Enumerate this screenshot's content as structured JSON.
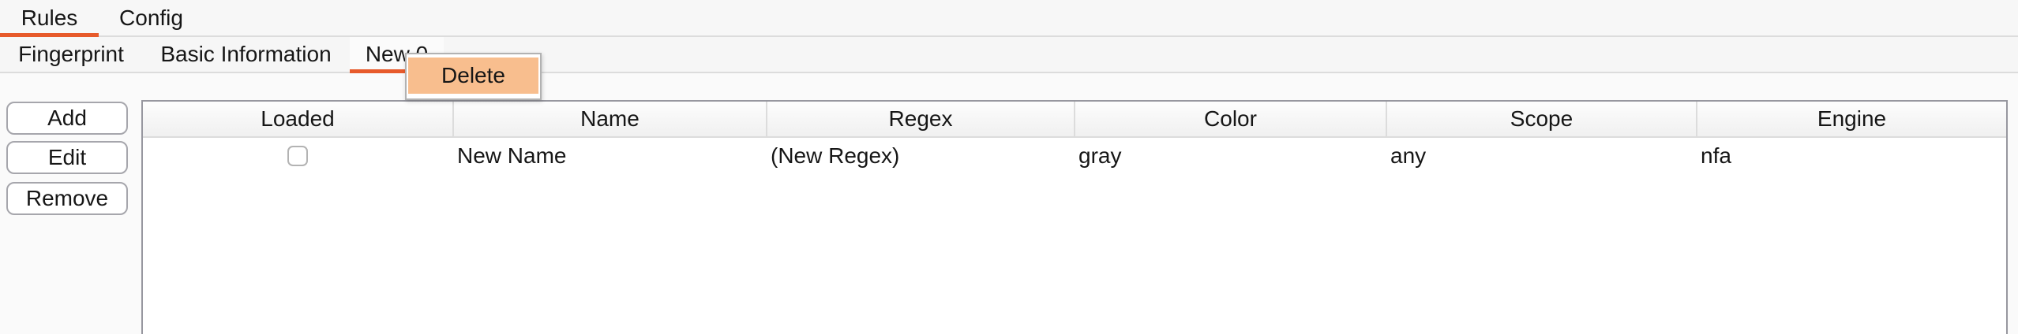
{
  "colors": {
    "accent": "#E75A2B",
    "menu_highlight": "#F8BE8E"
  },
  "tabs_primary": {
    "items": [
      {
        "label": "Rules",
        "selected": true
      },
      {
        "label": "Config",
        "selected": false
      }
    ]
  },
  "tabs_secondary": {
    "items": [
      {
        "label": "Fingerprint",
        "selected": false
      },
      {
        "label": "Basic Information",
        "selected": false
      },
      {
        "label": "New 0",
        "selected": true
      }
    ]
  },
  "context_menu": {
    "items": [
      {
        "label": "Delete",
        "highlighted": true
      }
    ]
  },
  "actions": {
    "add_label": "Add",
    "edit_label": "Edit",
    "remove_label": "Remove"
  },
  "table": {
    "columns": [
      "Loaded",
      "Name",
      "Regex",
      "Color",
      "Scope",
      "Engine"
    ],
    "rows": [
      {
        "loaded": false,
        "name": "New Name",
        "regex": "(New Regex)",
        "color": "gray",
        "scope": "any",
        "engine": "nfa"
      }
    ]
  }
}
